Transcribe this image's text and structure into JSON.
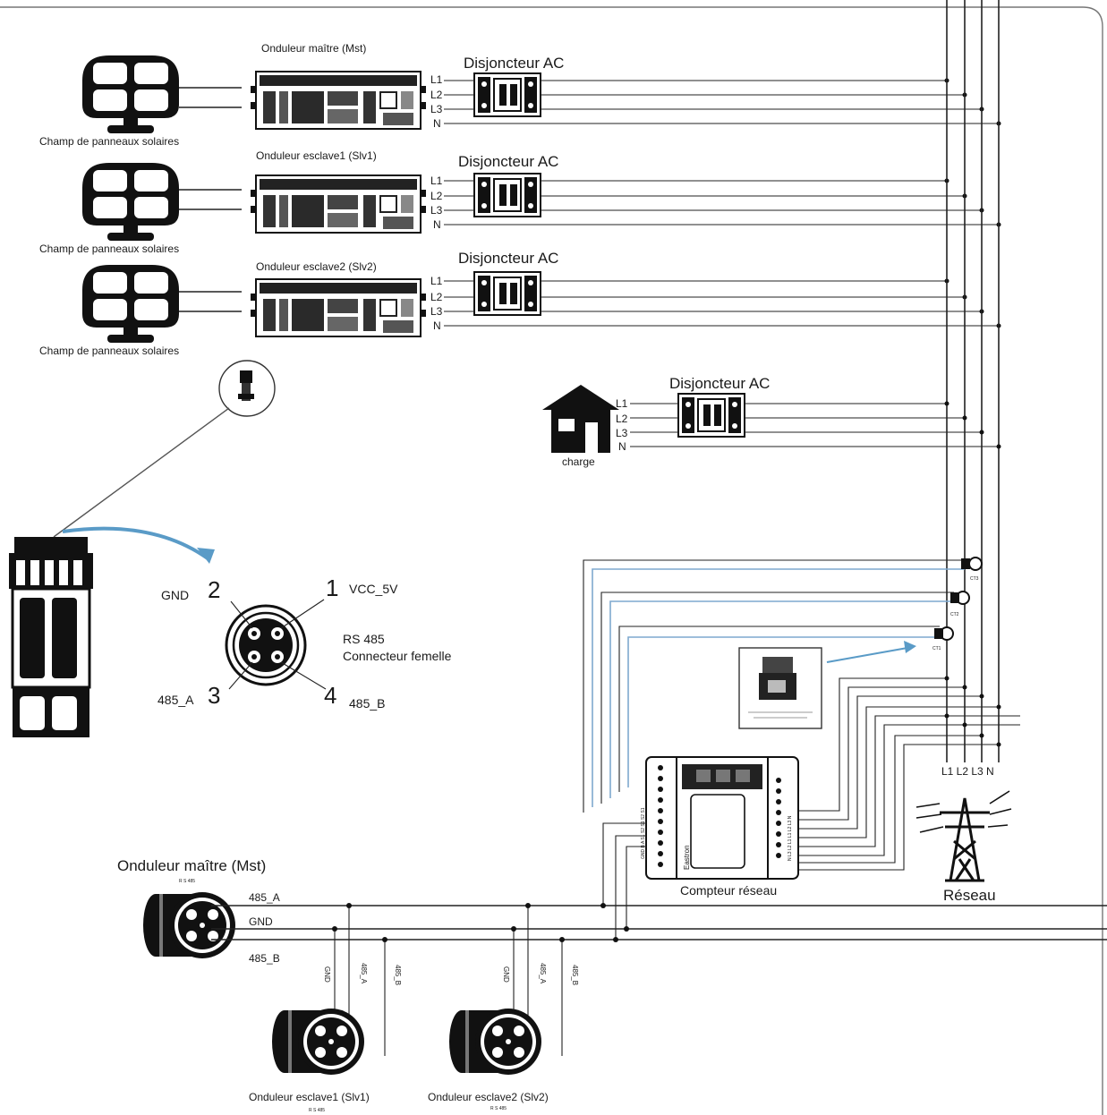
{
  "inverters": [
    {
      "title": "Onduleur maître (Mst)",
      "breaker": "Disjoncteur AC",
      "panel": "Champ de panneaux solaires"
    },
    {
      "title": "Onduleur esclave1 (Slv1)",
      "breaker": "Disjoncteur AC",
      "panel": "Champ de panneaux solaires"
    },
    {
      "title": "Onduleur esclave2 (Slv2)",
      "breaker": "Disjoncteur AC",
      "panel": "Champ de panneaux solaires"
    }
  ],
  "phases": [
    "L1",
    "L2",
    "L3",
    "N"
  ],
  "load": {
    "label": "charge",
    "breaker": "Disjoncteur AC"
  },
  "connector": {
    "pin1_num": "1",
    "pin1": "VCC_5V",
    "pin2_num": "2",
    "pin2": "GND",
    "pin3_num": "3",
    "pin3": "485_A",
    "pin4_num": "4",
    "pin4": "485_B",
    "title_line1": "RS 485",
    "title_line2": "Connecteur femelle"
  },
  "meter": {
    "label": "Compteur réseau",
    "brand": "Eastron",
    "left_terminals": "GND B A S1 S2 S1 S2 S1",
    "right_terminals": "N L3 L2 L1 L1 L2 L3 N"
  },
  "ct": {
    "ct1": "CT1",
    "ct2": "CT2",
    "ct3": "CT3"
  },
  "grid": {
    "label": "Réseau",
    "phases": "L1 L2 L3 N"
  },
  "bus": {
    "master_title": "Onduleur maître (Mst)",
    "master_sub": "R S 485",
    "line_a": "485_A",
    "line_gnd": "GND",
    "line_b": "485_B",
    "slave1_title": "Onduleur esclave1 (Slv1)",
    "slave1_sub": "R S 485",
    "slave2_title": "Onduleur esclave2 (Slv2)",
    "slave2_sub": "R S 485",
    "wire_gnd": "GND",
    "wire_a": "485_A",
    "wire_b": "485_B"
  }
}
